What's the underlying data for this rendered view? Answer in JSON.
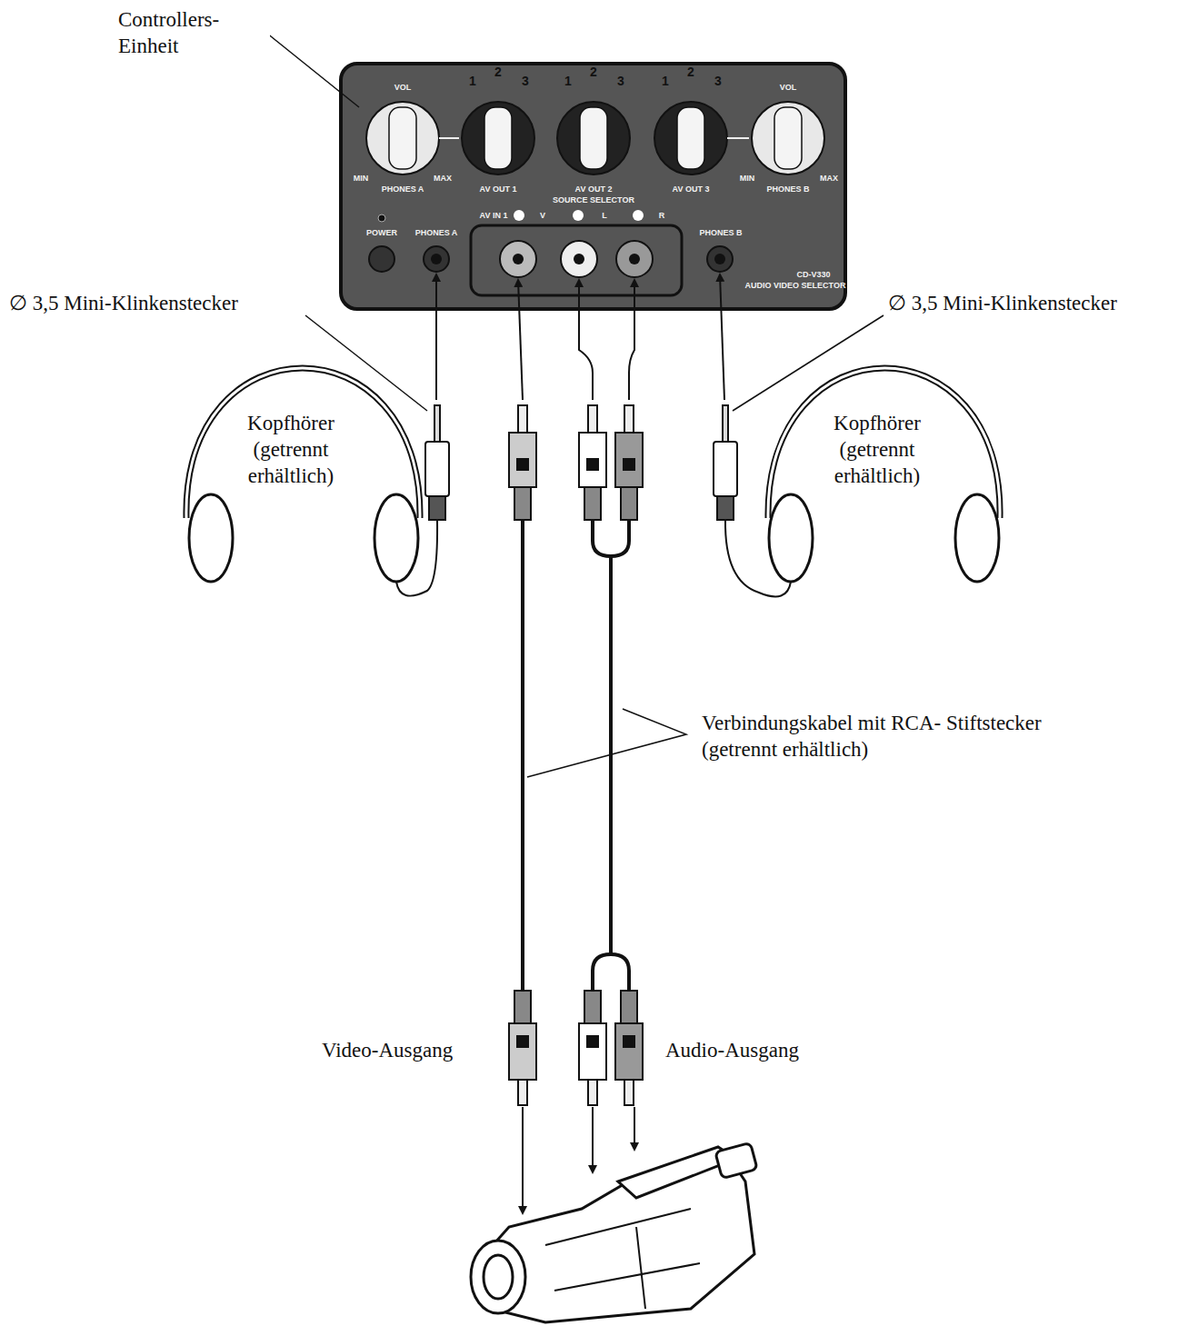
{
  "diagram": {
    "nodes": [
      {
        "text": [
          "VOL",
          "MIN",
          "MAX",
          "PHONES A",
          "1",
          "2",
          "3",
          "1",
          "2",
          "3",
          "1",
          "2",
          "3",
          "AV OUT 1",
          "AV OUT 2",
          "AV OUT 3",
          "SOURCE SELECTOR",
          "VOL",
          "MIN",
          "MAX",
          "PHONES B",
          "AV IN 1",
          "V",
          "L",
          "R",
          "POWER",
          "PHONES A",
          "PHONES B",
          "CD-V330",
          "AUDIO VIDEO SELECTOR"
        ]
      }
    ],
    "labels": [
      "Controllers- Einheit",
      "∅ 3,5 Mini-Klinkenstecker",
      "∅ 3,5 Mini-Klinkenstecker",
      "Kopfhörer (getrennt erhältlich)",
      "Kopfhörer (getrennt erhältlich)",
      "Verbindungskabel mit RCA- Stiftstecker (getrennt erhältlich)",
      "Video-Ausgang",
      "Audio-Ausgang"
    ]
  }
}
